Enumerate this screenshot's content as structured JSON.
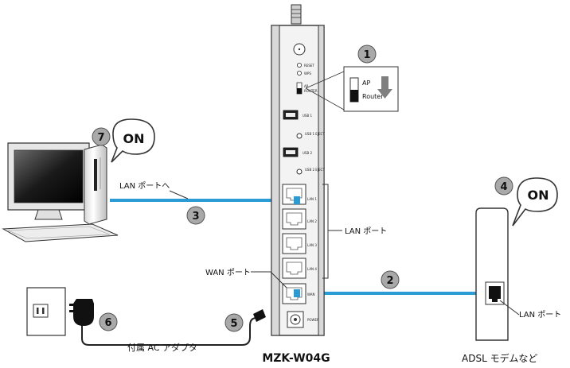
{
  "steps": [
    "1",
    "2",
    "3",
    "4",
    "5",
    "6",
    "7"
  ],
  "labels": {
    "lan_port_pc": "LAN ポートへ",
    "lan_port_router": "LAN ポート",
    "wan_port": "WAN ポート",
    "lan_port_modem": "LAN ポート",
    "adapter": "付属 AC アダプタ",
    "router_model": "MZK-W04G",
    "modem": "ADSL モデムなど",
    "on_pc": "ON",
    "on_modem": "ON"
  },
  "switch": {
    "ap": "AP",
    "router": "Router"
  },
  "router_panel": {
    "reset": "RESET",
    "wps": "WPS",
    "ap": "AP",
    "router": "ROUTER",
    "usb1": "USB 1",
    "usb1_eject": "USB 1 EJECT",
    "usb2": "USB 2",
    "usb2_eject": "USB 2 EJECT",
    "lan1": "LAN 1",
    "lan2": "LAN 2",
    "lan3": "LAN 3",
    "lan4": "LAN 4",
    "wan": "WAN",
    "power": "POWER"
  },
  "colors": {
    "cable": "#2b9bd6",
    "step_fill": "#a9a9a9",
    "outline": "#333333"
  }
}
